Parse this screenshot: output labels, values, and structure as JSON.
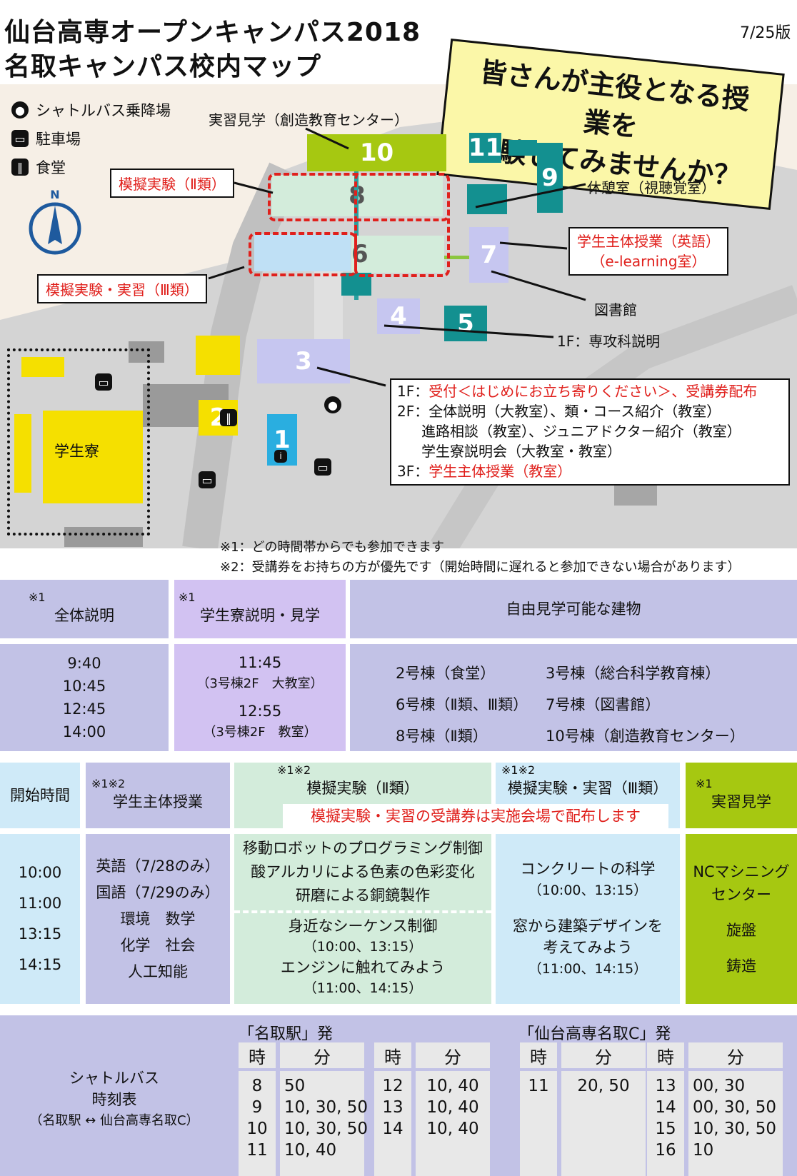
{
  "header": {
    "title_line1": "仙台高専オープンキャンパス2018",
    "title_line2": "名取キャンパス校内マップ",
    "version": "7/25版",
    "speech_line1": "皆さんが主役となる授業を",
    "speech_line2": "体験してみませんか？"
  },
  "legend": {
    "shuttle": "シャトルバス乗降場",
    "parking": "駐車場",
    "cafeteria": "食堂",
    "compass": "N"
  },
  "map": {
    "buildings": {
      "b1": "1",
      "b2": "2",
      "b3": "3",
      "b4": "4",
      "b5": "5",
      "b6": "6",
      "b7": "7",
      "b8": "8",
      "b9": "9",
      "b10": "10",
      "b11": "11",
      "dorm": "学生寮"
    },
    "labels": {
      "jisshu": "実習見学（創造教育センター）",
      "mogi2": "模擬実験（Ⅱ類）",
      "mogi3": "模擬実験・実習（Ⅲ類）",
      "kyukei": "休憩室（視聴覚室）",
      "eigo1": "学生主体授業（英語）",
      "eigo2": "（e-learning室）",
      "tosho": "図書館",
      "senko": "1F：専攻科説明"
    },
    "b3box": {
      "l1a": "1F：",
      "l1b": "受付＜はじめにお立ち寄りください＞、受講券配布",
      "l2": "2F：全体説明（大教室）、類・コース紹介（教室）",
      "l3": "進路相談（教室）、ジュニアドクター紹介（教室）",
      "l4": "学生寮説明会（大教室・教室）",
      "l5a": "3F：",
      "l5b": "学生主体授業（教室）"
    }
  },
  "notes": {
    "n1": "※1：どの時間帯からでも参加できます",
    "n2": "※2：受講券をお持ちの方が優先です（開始時間に遅れると参加できない場合があります）"
  },
  "table1": {
    "h1_mark": "※1",
    "h1": "全体説明",
    "h2_mark": "※1",
    "h2": "学生寮説明・見学",
    "h3": "自由見学可能な建物",
    "times": [
      "9:40",
      "10:45",
      "12:45",
      "14:00"
    ],
    "dorm": {
      "t1": "11:45",
      "p1": "（3号棟2F　大教室）",
      "t2": "12:55",
      "p2": "（3号棟2F　教室）"
    },
    "free": [
      "2号棟（食堂）",
      "3号棟（総合科学教育棟）",
      "6号棟（Ⅱ類、Ⅲ類）",
      "7号棟（図書館）",
      "8号棟（Ⅱ類）",
      "10号棟（創造教育センター）"
    ]
  },
  "table2": {
    "h_start": "開始時間",
    "h_st_mark": "※1※2",
    "h_student": "学生主体授業",
    "h_m2_mark": "※1※2",
    "h_m2": "模擬実験（Ⅱ類）",
    "h_m3_mark": "※1※2",
    "h_m3": "模擬実験・実習（Ⅲ類）",
    "h_j_mark": "※1",
    "h_j": "実習見学",
    "banner": "模擬実験・実習の受講券は実施会場で配布します",
    "times": [
      "10:00",
      "11:00",
      "13:15",
      "14:15"
    ],
    "student": [
      "英語（7/28のみ）",
      "国語（7/29のみ）",
      "環境　数学",
      "化学　社会",
      "人工知能"
    ],
    "m2a": [
      "移動ロボットのプログラミング制御",
      "酸アルカリによる色素の色彩変化",
      "研磨による銅鏡製作"
    ],
    "m2b": [
      "身近なシーケンス制御",
      "（10:00、13:15）",
      "エンジンに触れてみよう",
      "（11:00、14:15）"
    ],
    "m3": [
      "コンクリートの科学",
      "（10:00、13:15）",
      "窓から建築デザインを",
      "考えてみよう",
      "（11:00、14:15）"
    ],
    "jisshu": [
      "NCマシニング",
      "センター",
      "旋盤",
      "鋳造"
    ]
  },
  "bus": {
    "label1": "シャトルバス",
    "label2": "時刻表",
    "label3": "（名取駅 ↔ 仙台高専名取C）",
    "from1": "「名取駅」発",
    "from2": "「仙台高専名取C」発",
    "h_hour": "時",
    "h_min": "分",
    "a_hours": "8\n9\n10\n11",
    "a_mins": "50\n10, 30, 50\n10, 30, 50\n10, 40",
    "b_hours": "12\n13\n14",
    "b_mins": "10, 40\n10, 40\n10, 40",
    "c_hours": "11",
    "c_mins": "20, 50",
    "d_hours": "13\n14\n15\n16",
    "d_mins": "00, 30\n00, 30, 50\n10, 30, 50\n10"
  }
}
